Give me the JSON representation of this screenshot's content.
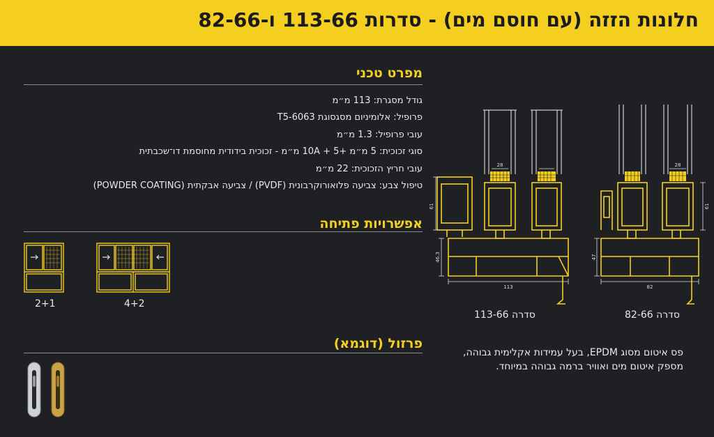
{
  "header": {
    "title": "חלונות הזזה (עם חוסם מים) - סדרות 113-66 ו-82-66"
  },
  "specs": {
    "title": "מפרט טכני",
    "lines": [
      "גודל מסגרת: 113 מ״מ",
      "פרופיל: אלומיניום מסגסוגת 6063-T5",
      "עובי פרופיל: 1.3 מ״מ",
      "סוגי זכוכית: 5 מ״מ +10A + 5 מ״מ - זכוכית בידודית מחוסמת דו־שכבתית",
      "עובי חריץ הזכוכית: 22 מ״מ",
      "טיפול צבע: צביעה פלואורוקרבונית (PVDF) / צביעה אבקתית (POWDER COATING)"
    ]
  },
  "opening": {
    "title": "אפשרויות פתיחה",
    "options": [
      {
        "label": "2+1"
      },
      {
        "label": "4+2"
      }
    ]
  },
  "hardware": {
    "title": "פרזול (דוגמא)"
  },
  "series": [
    {
      "label": "סדרה 113-66",
      "dims": {
        "width": "113",
        "height": "46.3",
        "side": "61",
        "glass": "28"
      }
    },
    {
      "label": "סדרה 82-66",
      "dims": {
        "width": "82",
        "height": "47",
        "side": "61",
        "glass": "28"
      }
    }
  ],
  "note": {
    "lines": [
      "פס איטום מסוג EPDM, בעל עמידות אקלימית גבוהה,",
      "מספק איטום מים ואוויר ברמה גבוהה במיוחד."
    ]
  },
  "colors": {
    "accent": "#f4cf20",
    "background": "#1e2023",
    "header_text": "#1b1b1b"
  }
}
